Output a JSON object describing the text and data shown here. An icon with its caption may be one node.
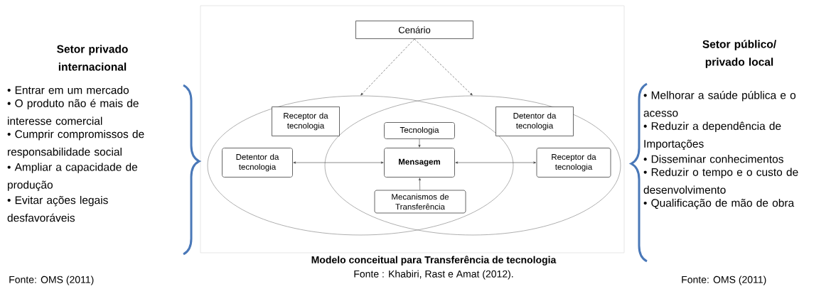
{
  "diagram": {
    "caption": "Modelo conceitual para Transferência de tecnologia",
    "nodes": [
      {
        "text": [
          "Cenário"
        ]
      },
      {
        "text": [],
        "shape": "ellipse"
      },
      {
        "text": [
          "Receptor da tecnologia"
        ],
        "in": 1
      },
      {
        "text": [
          "Detentor da tecnologia"
        ],
        "in": 1
      },
      {
        "text": [],
        "shape": "ellipse"
      },
      {
        "text": [
          "Detentor da tecnologia"
        ],
        "in": 4
      },
      {
        "text": [
          "Receptor da tecnologia"
        ],
        "in": 4
      },
      {
        "text": [
          "Tecnologia"
        ]
      },
      {
        "text": [
          "Mensagem"
        ]
      },
      {
        "text": [
          "Mecanismos de Transferência"
        ]
      }
    ],
    "edges": [
      {
        "from": 0,
        "to": 1,
        "arrow": "to",
        "style": "dashed"
      },
      {
        "from": 0,
        "to": 4,
        "arrow": "to",
        "style": "dashed"
      },
      {
        "from": 7,
        "to": 8,
        "arrow": "to"
      },
      {
        "from": 9,
        "to": 8,
        "arrow": "to"
      },
      {
        "from": 3,
        "to": 8,
        "arrow": "both"
      },
      {
        "from": 8,
        "to": 6,
        "arrow": "both"
      }
    ],
    "labels": [
      "Setor privado internacional",
      "• Entrar em um mercado",
      "• O produto não é mais de interesse comercial",
      "• Cumprir compromissos de responsabilidade social",
      "• Ampliar a capacidade de produção",
      "• Evitar ações legais desfavoráveis",
      "Setor público/ privado local",
      "• Melhorar a saúde pública e o acesso",
      "• Reduzir a dependência de Importações",
      "• Disseminar conhecimentos",
      "• Reduzir o tempo e o custo de desenvolvimento",
      "•  Qualificação de mão de obra",
      "Fonte : Khabiri, Rast e Amat (2012).",
      "Fonte: OMS (2011)",
      "Fonte: OMS (2011)"
    ]
  }
}
